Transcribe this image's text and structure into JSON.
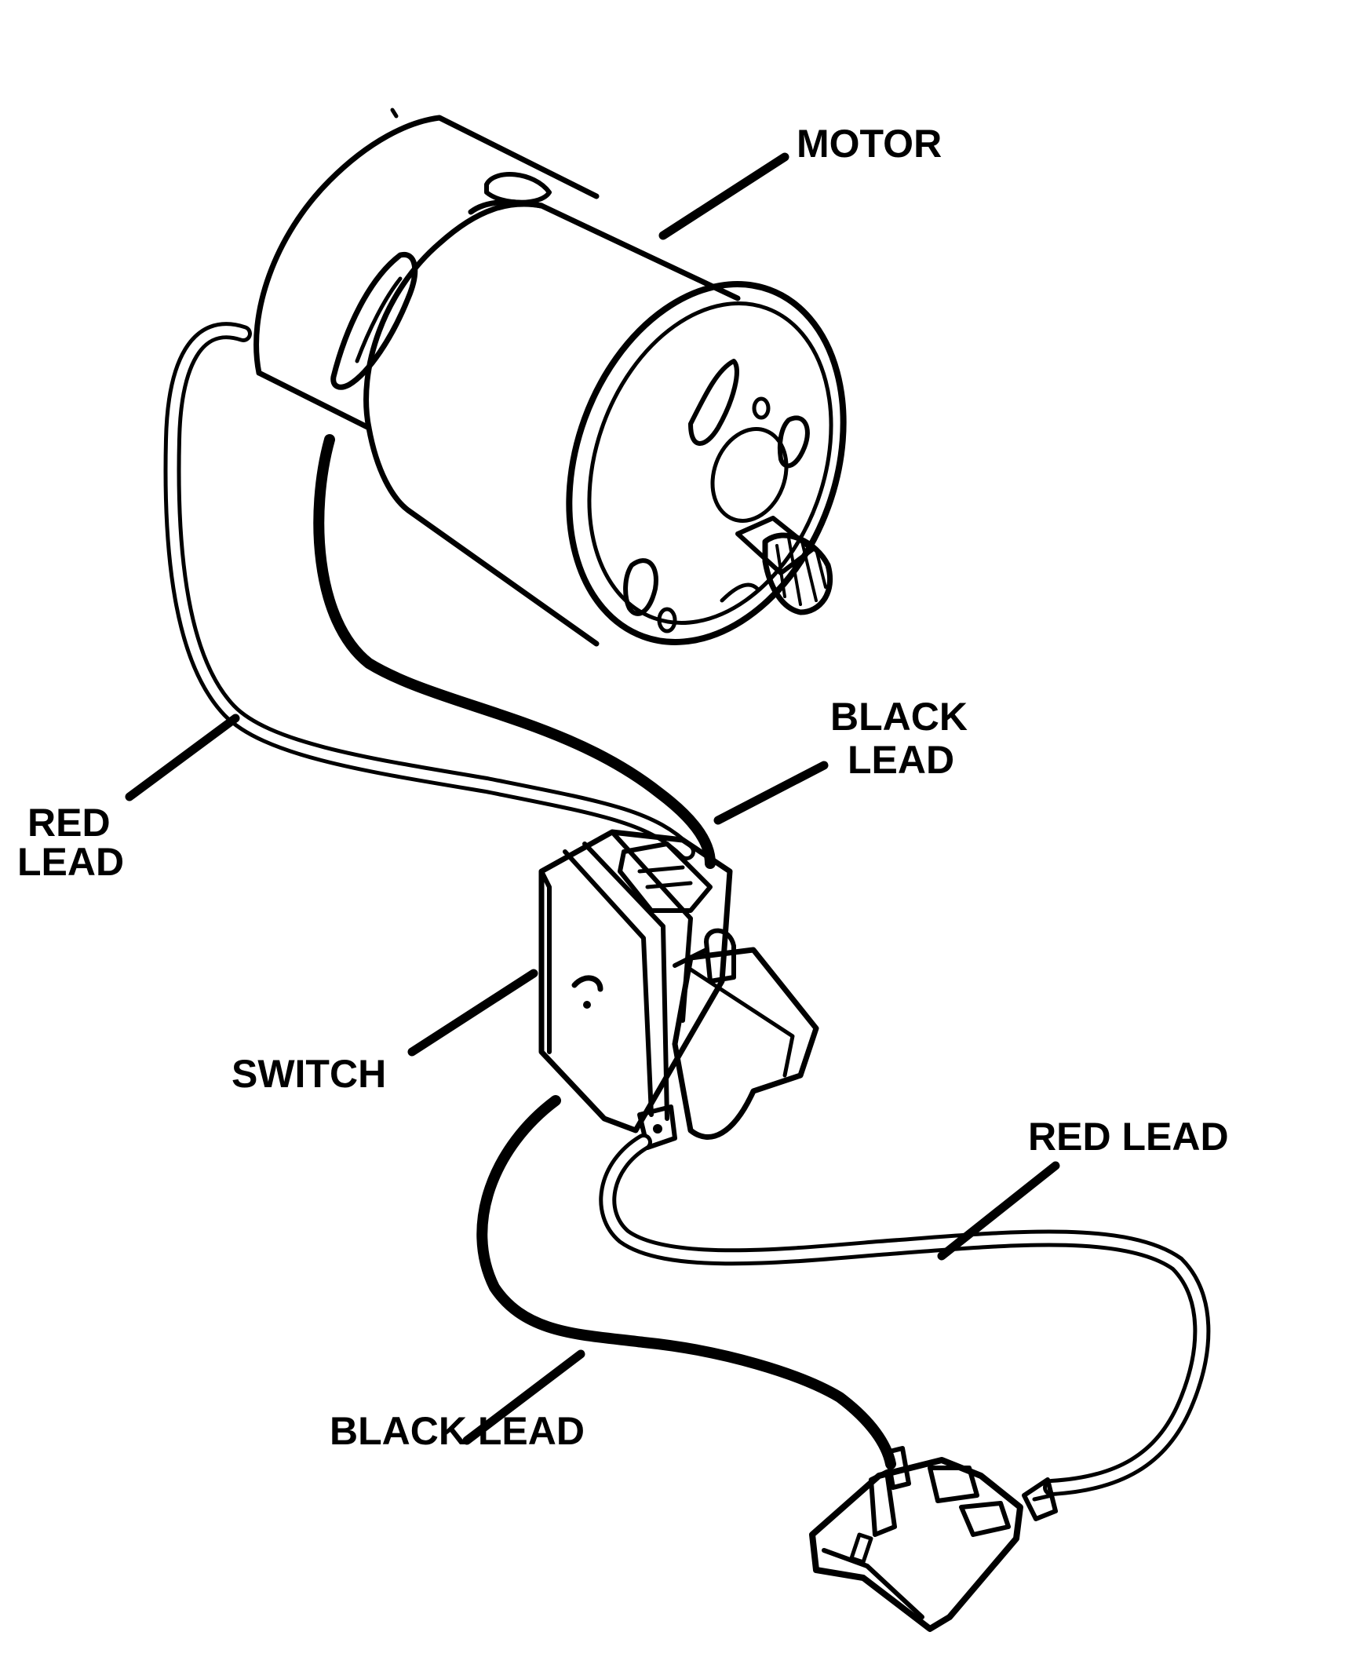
{
  "labels": {
    "motor": "MOTOR",
    "black_lead_upper_line1": "BLACK",
    "black_lead_upper_line2": "LEAD",
    "red_lead_left_line1": "RED",
    "red_lead_left_line2": "LEAD",
    "switch": "SWITCH",
    "red_lead_right": "RED LEAD",
    "black_lead_bottom": "BLACK LEAD"
  },
  "colors": {
    "ink": "#000000",
    "paper": "#ffffff"
  }
}
